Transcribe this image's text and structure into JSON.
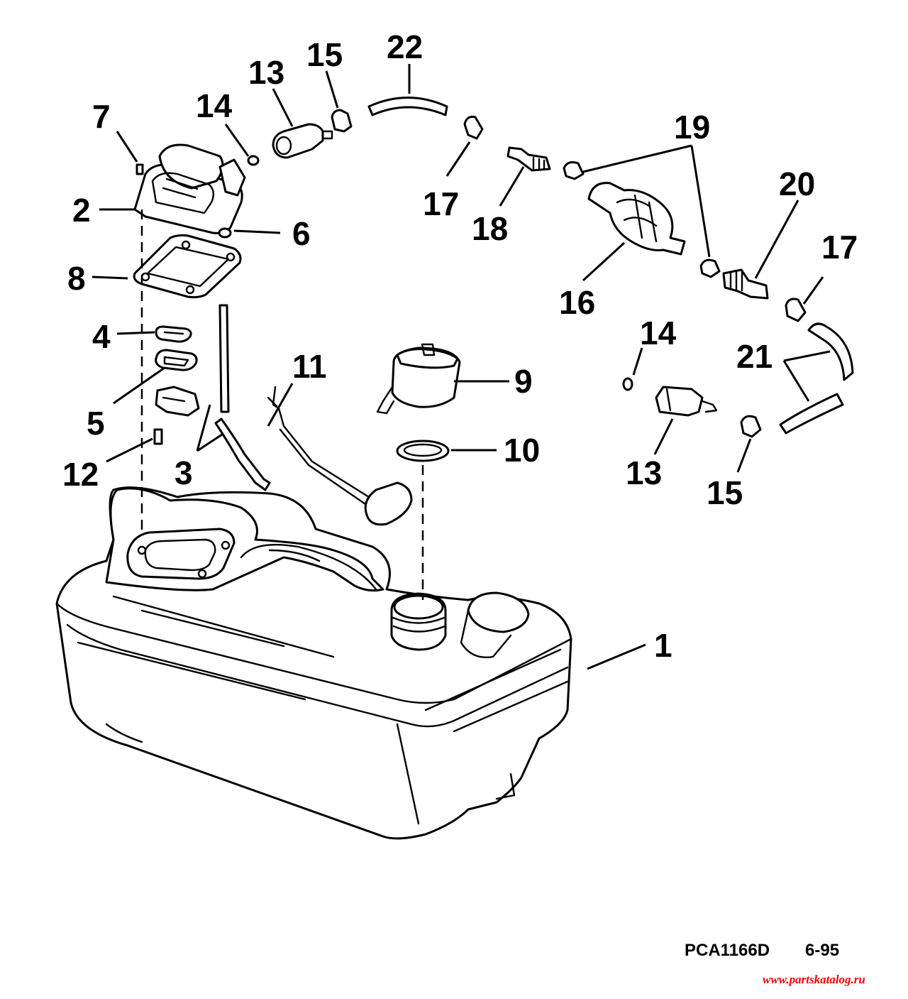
{
  "diagram": {
    "callouts": [
      {
        "id": "1",
        "text": "1"
      },
      {
        "id": "2",
        "text": "2"
      },
      {
        "id": "3",
        "text": "3"
      },
      {
        "id": "4",
        "text": "4"
      },
      {
        "id": "5",
        "text": "5"
      },
      {
        "id": "6",
        "text": "6"
      },
      {
        "id": "7",
        "text": "7"
      },
      {
        "id": "8",
        "text": "8"
      },
      {
        "id": "9",
        "text": "9"
      },
      {
        "id": "10",
        "text": "10"
      },
      {
        "id": "11",
        "text": "11"
      },
      {
        "id": "12",
        "text": "12"
      },
      {
        "id": "13a",
        "text": "13"
      },
      {
        "id": "13b",
        "text": "13"
      },
      {
        "id": "14a",
        "text": "14"
      },
      {
        "id": "14b",
        "text": "14"
      },
      {
        "id": "15a",
        "text": "15"
      },
      {
        "id": "15b",
        "text": "15"
      },
      {
        "id": "16",
        "text": "16"
      },
      {
        "id": "17a",
        "text": "17"
      },
      {
        "id": "17b",
        "text": "17"
      },
      {
        "id": "18",
        "text": "18"
      },
      {
        "id": "19",
        "text": "19"
      },
      {
        "id": "20",
        "text": "20"
      },
      {
        "id": "21",
        "text": "21"
      },
      {
        "id": "22",
        "text": "22"
      }
    ],
    "footer": {
      "drawing_code": "PCA1166D",
      "date": "6-95",
      "watermark": "www.partskatalog.ru"
    },
    "colors": {
      "line": "#000000",
      "background": "#ffffff",
      "watermark": "#ff0000"
    }
  }
}
